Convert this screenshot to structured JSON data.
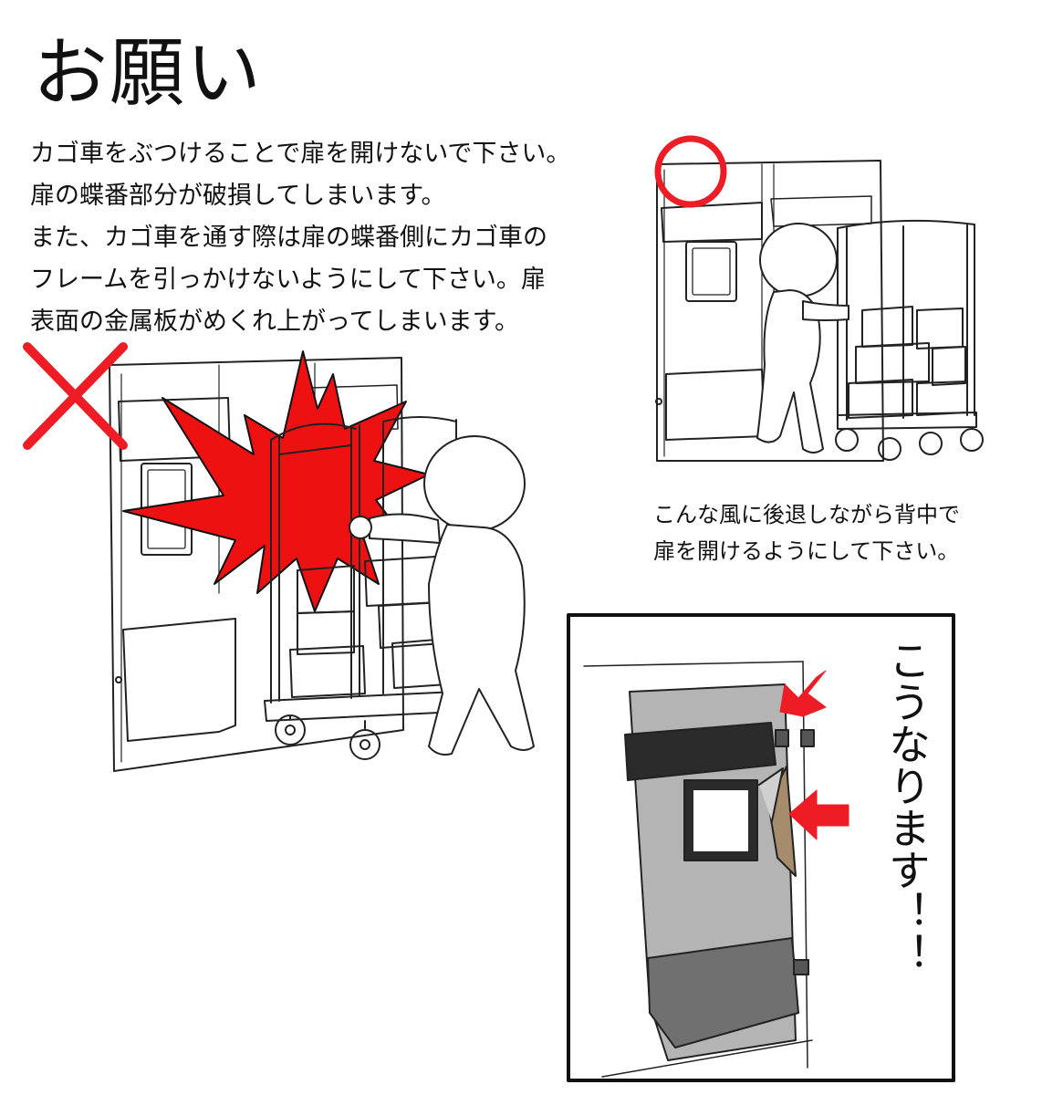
{
  "title": "お願い",
  "instructions": [
    "カゴ車をぶつけることで扉を開けないで下さい。",
    "扉の蝶番部分が破損してしまいます。",
    "また、カゴ車を通す際は扉の蝶番側にカゴ車の",
    "フレームを引っかけないようにして下さい。扉",
    "表面の金属板がめくれ上がってしまいます。"
  ],
  "correct_caption": [
    "こんな風に後退しながら背中で",
    "扉を開けるようにして下さい。"
  ],
  "damage_caption": "こうなります！！",
  "colors": {
    "mark_red": "#ee1c24",
    "impact_red": "#ee1111",
    "door_gray": "#b4b4b4",
    "band_dark": "#2b2b2b",
    "kick_plate": "#707070",
    "exposed_backing": "#a68b6d",
    "line": "#222222"
  },
  "icons": {
    "wrong_mark": "cross-icon",
    "correct_mark": "circle-icon",
    "damage_pointers": "arrow-icon"
  }
}
